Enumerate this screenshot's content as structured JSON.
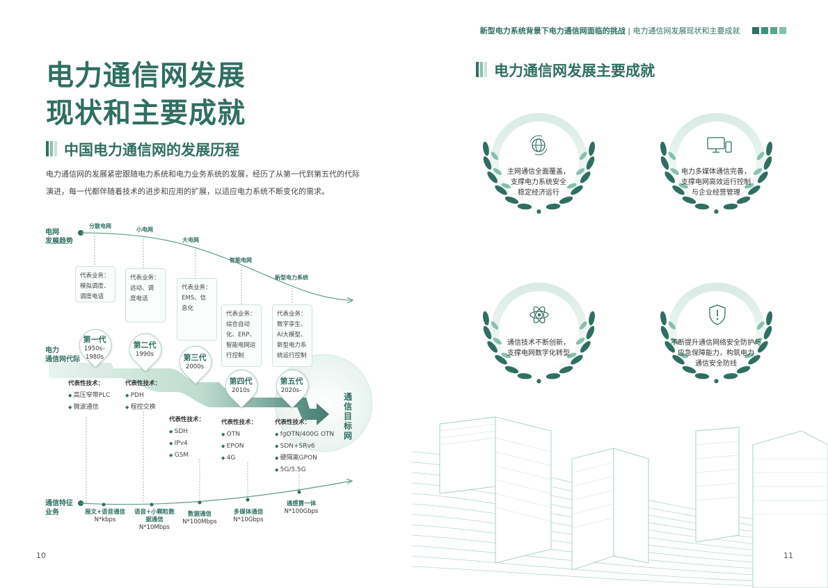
{
  "header": {
    "bold": "新型电力系统背景下电力通信网面临的挑战",
    "sep": "|",
    "normal": "电力通信网发展现状和主要成就"
  },
  "left": {
    "title_line1": "电力通信网发展",
    "title_line2": "现状和主要成就",
    "section_title": "中国电力通信网的发展历程",
    "intro": "电力通信网的发展紧密跟随电力系统和电力业务系统的发展，经历了从第一代到第五代的代际演进，每一代都伴随着技术的进步和应用的扩展，以适应电力系统不断变化的需求。",
    "page_number": "10"
  },
  "diagram": {
    "row_labels": {
      "trend": [
        "电网",
        "发展趋势"
      ],
      "gen": [
        "电力",
        "通信网代际"
      ],
      "svc": [
        "通信特征",
        "业务"
      ]
    },
    "grid_stages": [
      "分散电网",
      "小电网",
      "大电网",
      "智能电网",
      "新型电力系统"
    ],
    "boxes": [
      {
        "head": "代表业务：",
        "lines": [
          "模拟调度、",
          "调度电话"
        ]
      },
      {
        "head": "代表业务：",
        "lines": [
          "远动、调",
          "度电话"
        ]
      },
      {
        "head": "代表业务：",
        "lines": [
          "EMS、信",
          "息化"
        ]
      },
      {
        "head": "代表业务：",
        "lines": [
          "综合自动",
          "化、ERP、",
          "智能电网运",
          "行控制"
        ]
      },
      {
        "head": "代表业务：",
        "lines": [
          "数字孪生、",
          "AI大模型、",
          "新型电力系",
          "统运行控制"
        ]
      }
    ],
    "generations": [
      {
        "name": "第一代",
        "years": "1950s–1980s"
      },
      {
        "name": "第二代",
        "years": "1990s"
      },
      {
        "name": "第三代",
        "years": "2000s"
      },
      {
        "name": "第四代",
        "years": "2010s"
      },
      {
        "name": "第五代",
        "years": "2020s–"
      }
    ],
    "target": "通信目标网",
    "tech_head": "代表性技术：",
    "techs": [
      [
        "高压窄带PLC",
        "微波通信"
      ],
      [
        "PDH",
        "程控交换"
      ],
      [
        "SDH",
        "IPv4",
        "GSM"
      ],
      [
        "OTN",
        "EPON",
        "4G"
      ],
      [
        "fgOTN/400G OTN",
        "SDN+SRv6",
        "硬隔离GPON",
        "5G/5.5G"
      ]
    ],
    "services": [
      {
        "name": "报文+语音通信",
        "rate": "N*kbps"
      },
      {
        "name": "语音+小颗粒数据通信",
        "rate": "N*10Mbps"
      },
      {
        "name": "数据通信",
        "rate": "N*100Mbps"
      },
      {
        "name": "多媒体通信",
        "rate": "N*10Gbps"
      },
      {
        "name": "通感算一体",
        "rate": "N*100Gbps"
      }
    ]
  },
  "right": {
    "section_title": "电力通信网发展主要成就",
    "achievements": [
      {
        "icon": "globe-icon",
        "lines": [
          "主网通信全面覆盖，",
          "支撑电力系统安全",
          "稳定经济运行"
        ]
      },
      {
        "icon": "devices-icon",
        "lines": [
          "电力多媒体通信完善，",
          "支撑电网高效运行控制",
          "与企业经营管理"
        ]
      },
      {
        "icon": "atom-icon",
        "lines": [
          "通信技术不断创新，",
          "支撑电网数字化转型"
        ]
      },
      {
        "icon": "shield-icon",
        "lines": [
          "不断提升通信网络安全防护与",
          "应急保障能力，构筑电力",
          "通信安全防线"
        ]
      }
    ],
    "page_number": "11"
  },
  "colors": {
    "accent": "#2f6f61",
    "light": "#a9d0c2",
    "pale": "#e3f1eb"
  }
}
